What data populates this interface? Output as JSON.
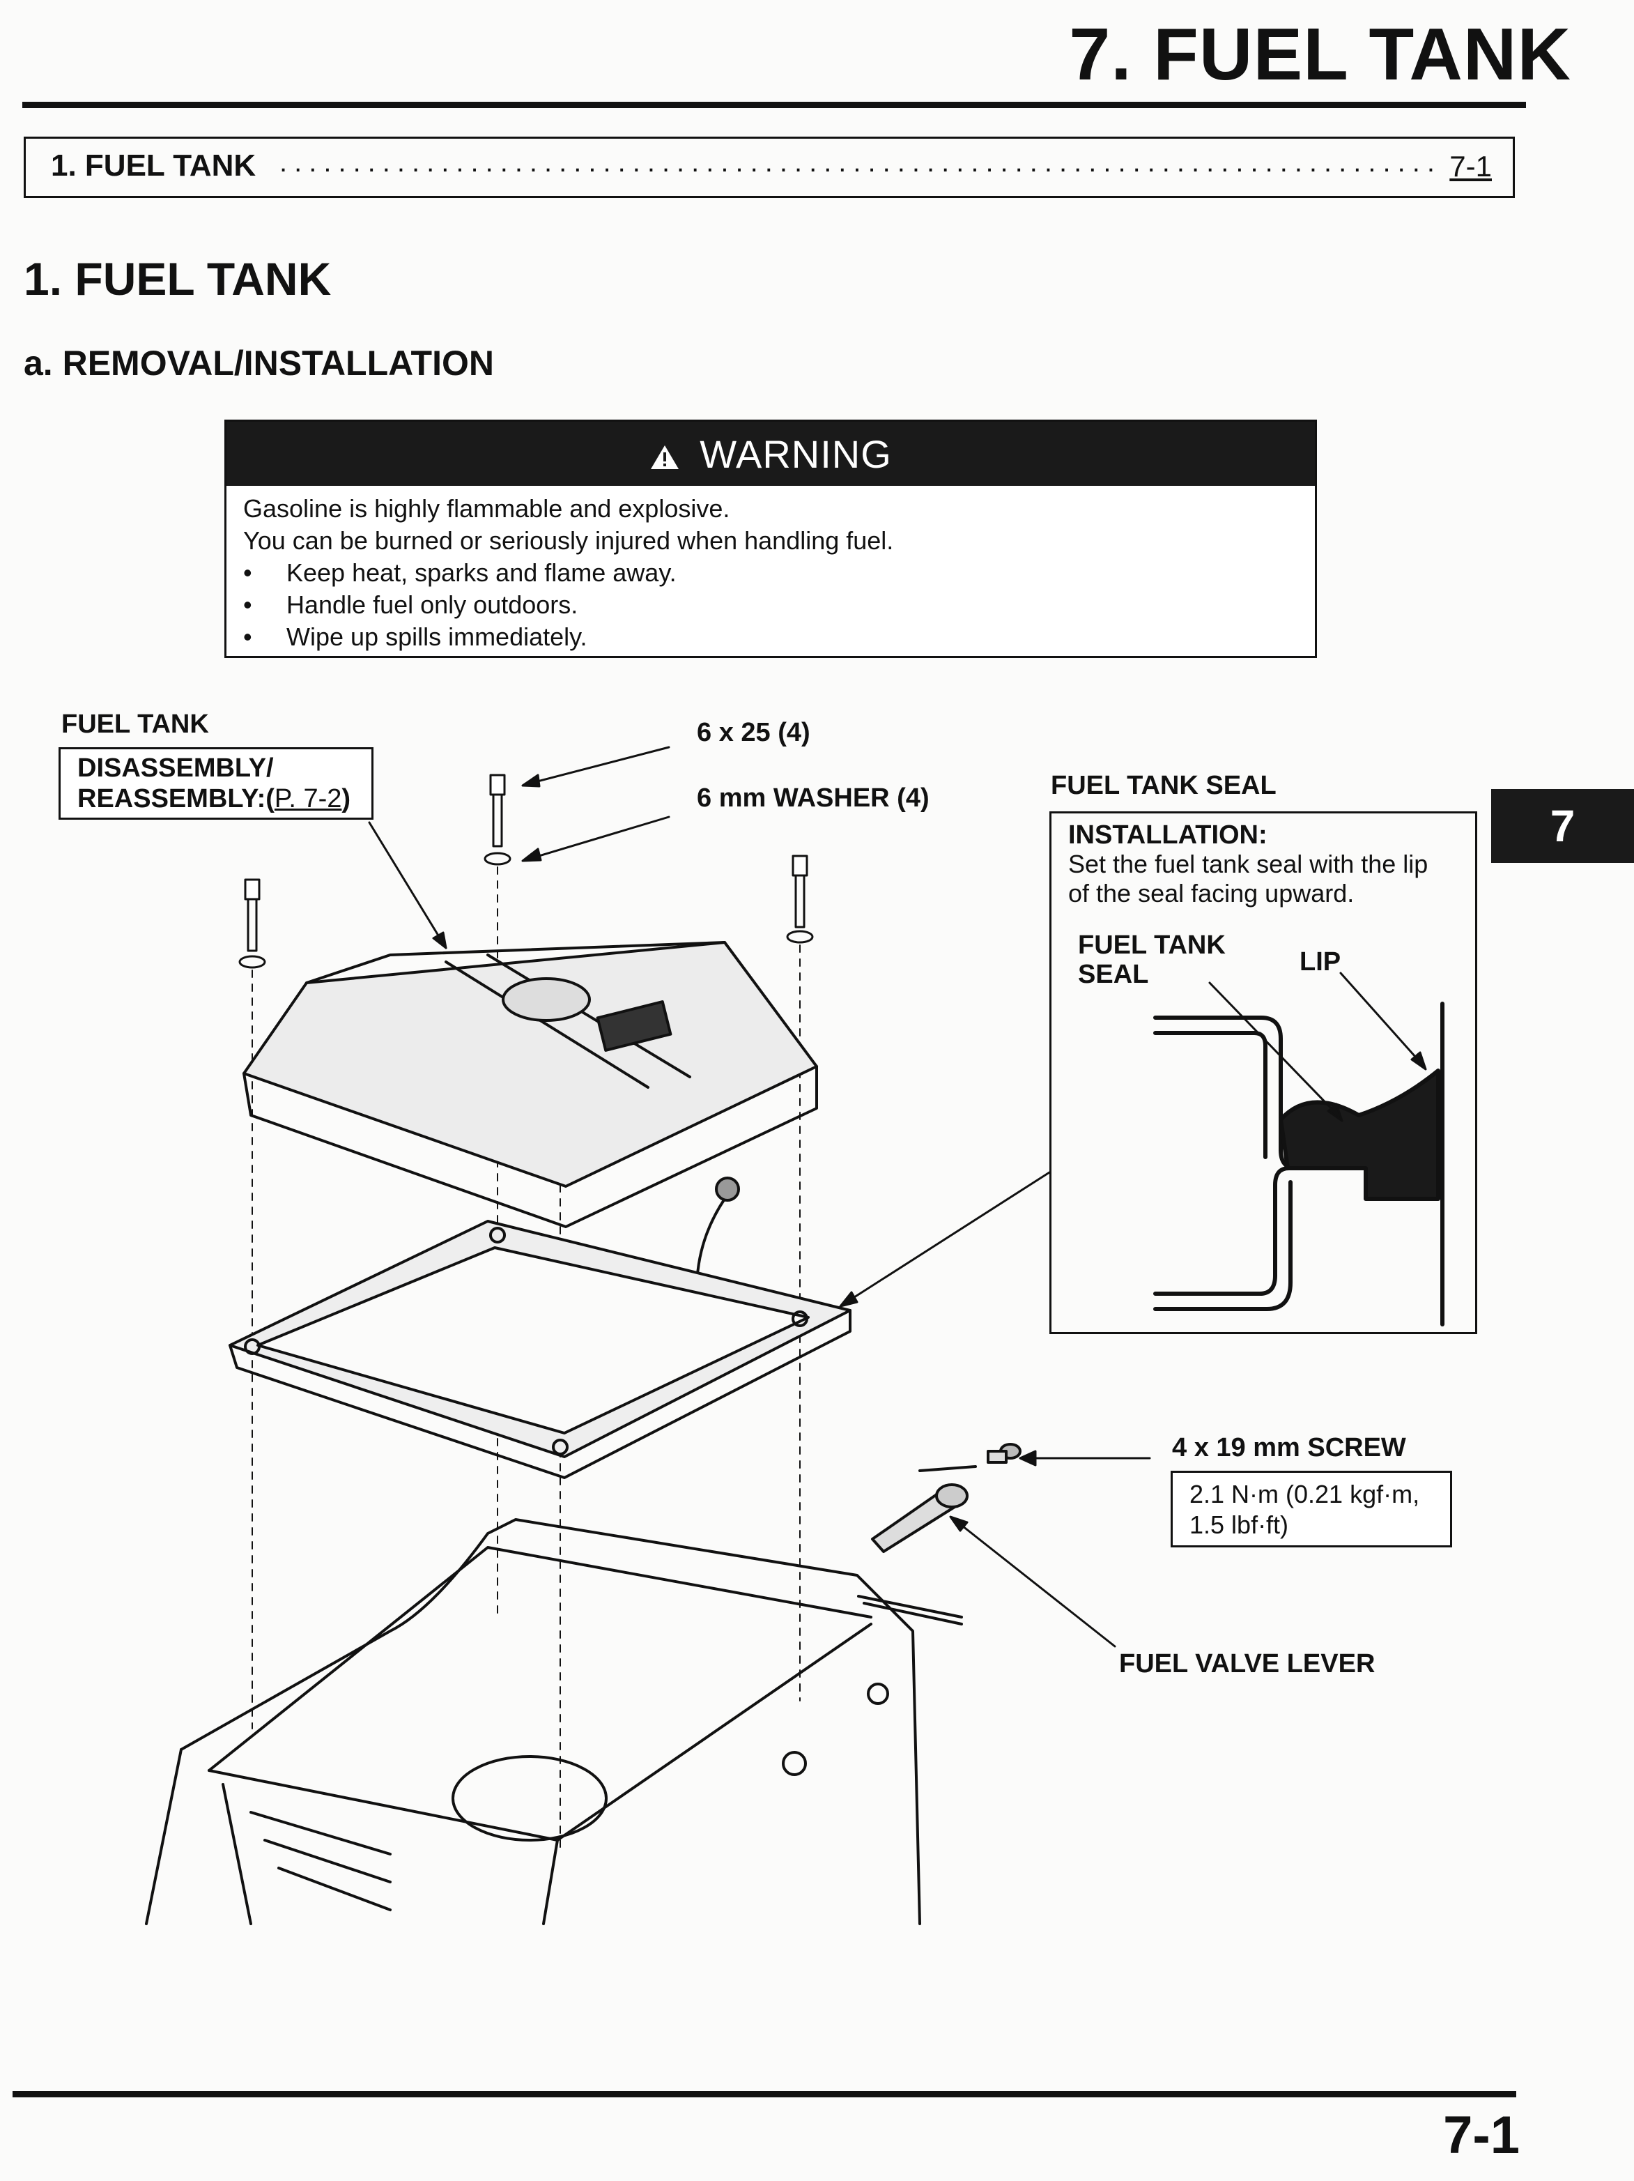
{
  "header": {
    "chapter_title": "7. FUEL TANK"
  },
  "toc": {
    "entry": "1. FUEL TANK",
    "page": "7-1"
  },
  "section": {
    "title": "1. FUEL TANK",
    "subtitle": "a. REMOVAL/INSTALLATION"
  },
  "warning": {
    "heading": "WARNING",
    "lines": [
      "Gasoline is highly flammable and explosive.",
      "You can be burned or seriously injured when handling fuel."
    ],
    "bullets": [
      "Keep heat, sparks and flame away.",
      "Handle fuel only outdoors.",
      "Wipe up spills immediately."
    ]
  },
  "callouts": {
    "fuel_tank": "FUEL TANK",
    "disassembly_line1": "DISASSEMBLY/",
    "disassembly_line2": "REASSEMBLY:(",
    "disassembly_ref": "P. 7-2",
    "disassembly_close": ")",
    "bolt": "6 x 25 (4)",
    "washer": "6 mm WASHER (4)",
    "seal_title": "FUEL TANK SEAL",
    "installation_heading": "INSTALLATION:",
    "installation_line1": "Set the fuel tank seal with the lip",
    "installation_line2": "of the seal facing upward.",
    "seal_label_line1": "FUEL TANK",
    "seal_label_line2": "SEAL",
    "lip": "LIP",
    "screw": "4 x 19 mm SCREW",
    "torque_line1": "2.1 N·m (0.21 kgf·m,",
    "torque_line2": "1.5 lbf·ft)",
    "valve_lever": "FUEL VALVE LEVER"
  },
  "side_tab": "7",
  "footer": {
    "page_number": "7-1"
  }
}
